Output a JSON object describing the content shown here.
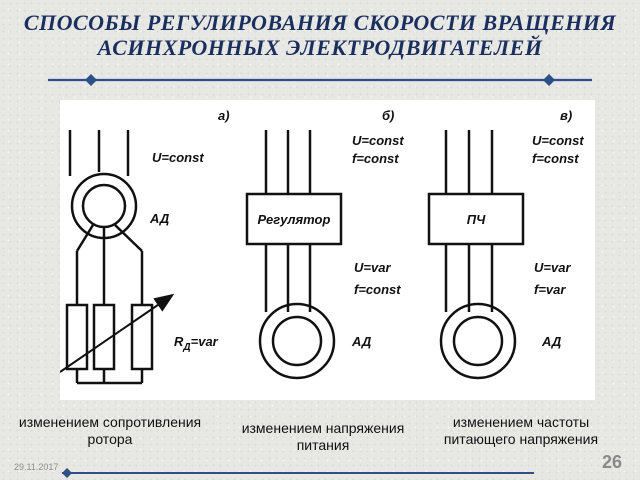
{
  "title": {
    "line1": "СПОСОБЫ РЕГУЛИРОВАНИЯ СКОРОСТИ ВРАЩЕНИЯ",
    "line2": "АСИНХРОННЫХ ЭЛЕКТРОДВИГАТЕЛЕЙ"
  },
  "colors": {
    "title": "#1b2f5e",
    "divider": "#2f4f86"
  },
  "diagram": {
    "a": {
      "label": "а)",
      "supply": "U=const",
      "motor": "АД",
      "resistor_main": "R",
      "resistor_sub": "Д",
      "resistor_suffix": "=var"
    },
    "b": {
      "label": "б)",
      "supply_u": "U=const",
      "supply_f": "f=const",
      "block": "Регулятор",
      "out_u": "U=var",
      "out_f": "f=const",
      "motor": "АД"
    },
    "c": {
      "label": "в)",
      "supply_u": "U=const",
      "supply_f": "f=const",
      "block": "ПЧ",
      "out_u": "U=var",
      "out_f": "f=var",
      "motor": "АД"
    }
  },
  "captions": {
    "a_line1": "изменением сопротивления",
    "a_line2": "ротора",
    "b_line1": "изменением напряжения",
    "b_line2": "питания",
    "c_line1": "изменением частоты",
    "c_line2": "питающего напряжения"
  },
  "footer": {
    "date": "29.11.2017",
    "slide_number": "26"
  }
}
